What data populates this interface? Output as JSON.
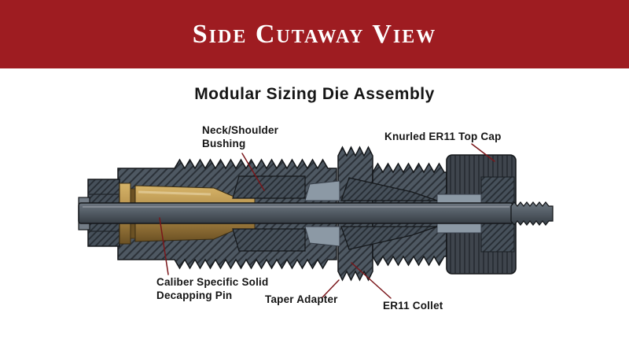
{
  "banner": {
    "title": "Side Cutaway View",
    "background": "#9e1c21",
    "text_color": "#ffffff"
  },
  "diagram": {
    "title": "Modular Sizing Die Assembly",
    "labels": {
      "bushing": "Neck/Shoulder\nBushing",
      "top_cap": "Knurled ER11 Top Cap",
      "decapping_pin": "Caliber Specific Solid\nDecapping Pin",
      "taper_adapter": "Taper Adapter",
      "collet": "ER11 Collet"
    },
    "colors": {
      "leader_line": "#7a161a",
      "steel_body": "#4e5862",
      "steel_hatch_dark": "#2b3138",
      "brass_case": "#b08a46",
      "knurled_cap": "#3f454d",
      "cut_face_light": "#8c99a5"
    }
  }
}
